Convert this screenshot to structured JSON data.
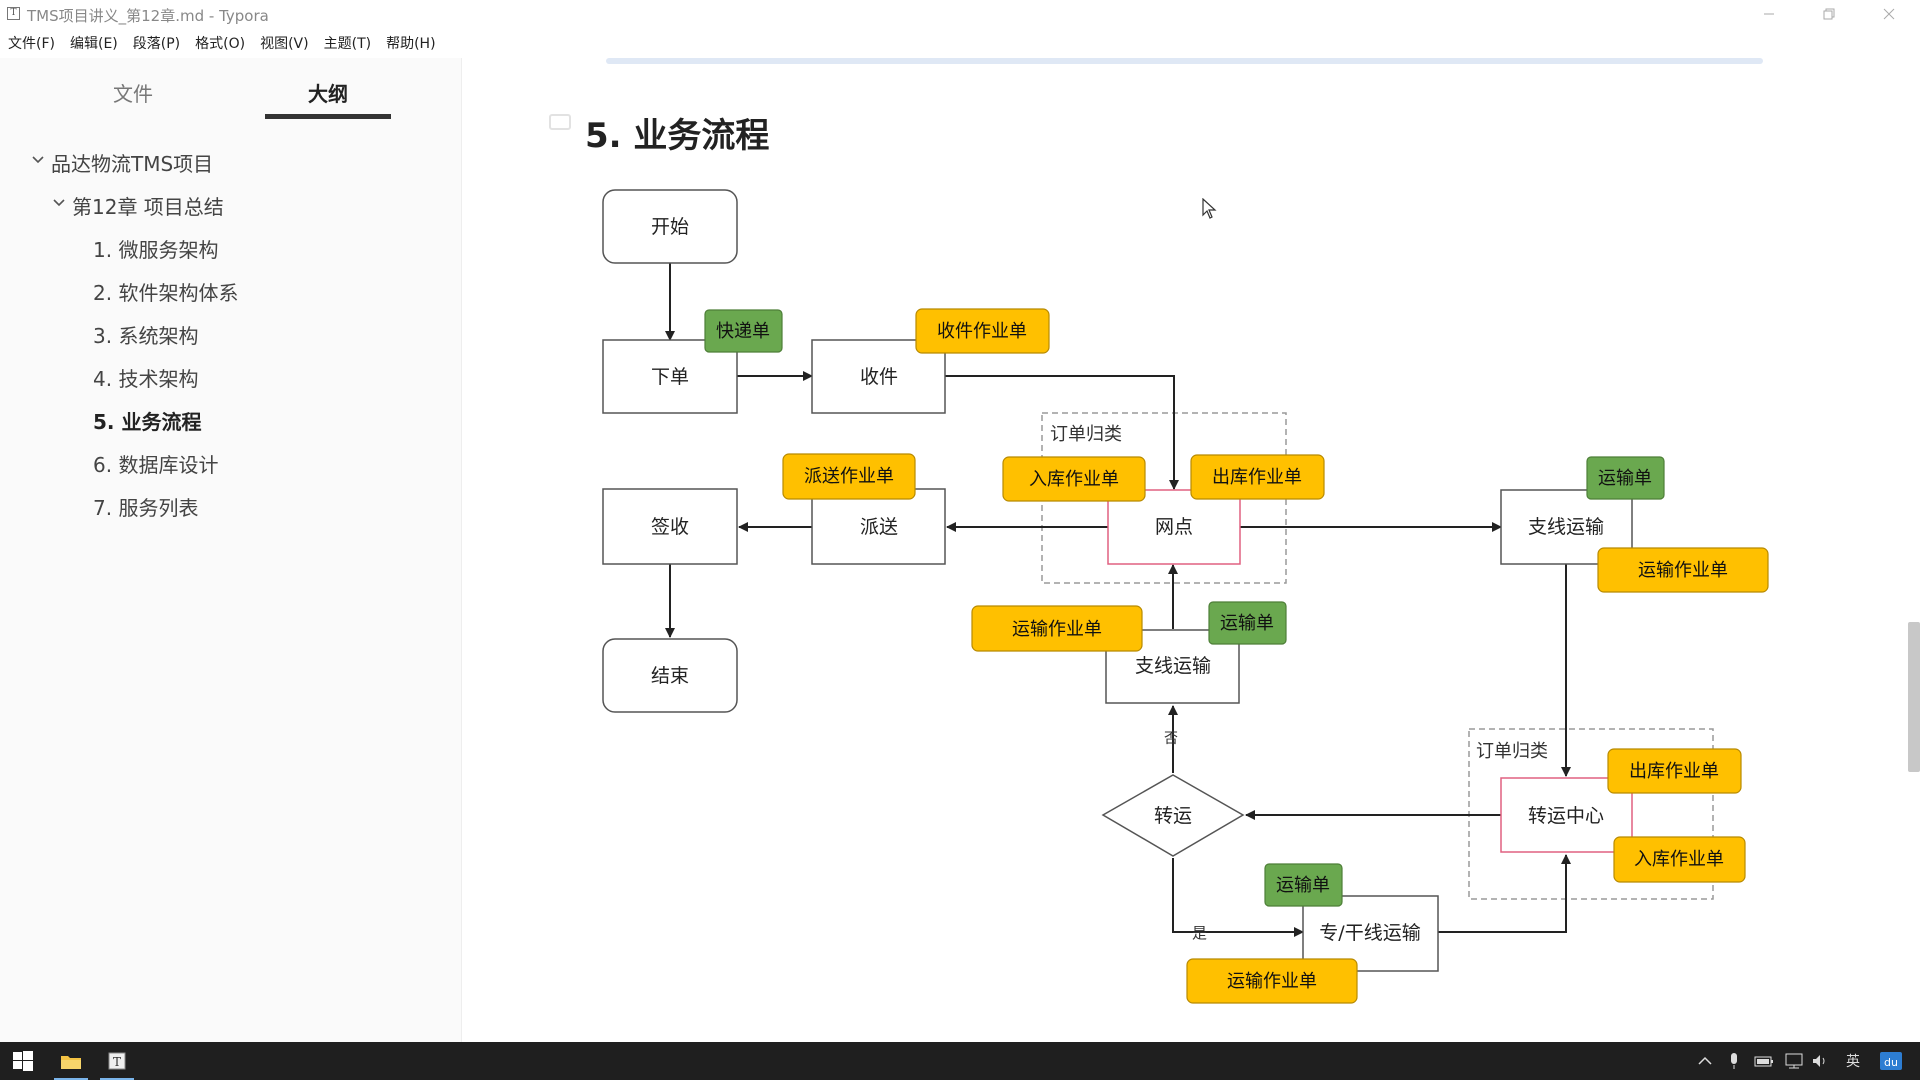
{
  "window": {
    "title": "TMS项目讲义_第12章.md - Typora"
  },
  "menu": [
    "文件(F)",
    "编辑(E)",
    "段落(P)",
    "格式(O)",
    "视图(V)",
    "主题(T)",
    "帮助(H)"
  ],
  "sidebar": {
    "tabs": {
      "files": "文件",
      "outline": "大纲",
      "active": "outline"
    },
    "outline": {
      "root": "品达物流TMS项目",
      "chapter": "第12章 项目总结",
      "sections": [
        "1. 微服务架构",
        "2. 软件架构体系",
        "3. 系统架构",
        "4. 技术架构",
        "5. 业务流程",
        "6. 数据库设计",
        "7. 服务列表"
      ],
      "active_index": 4
    }
  },
  "main": {
    "heading": "5. 业务流程"
  },
  "diagram": {
    "colors": {
      "green_badge": "#6aa84f",
      "yellow_badge": "#ffc000",
      "arrow": "#222222",
      "pink_border": "#e06080",
      "group_border": "#9a9a9a"
    },
    "nodes": {
      "start": "开始",
      "order": "下单",
      "pickup": "收件",
      "sign": "签收",
      "deliver": "派送",
      "end": "结束",
      "outlet": "网点",
      "branch_top": "支线运输",
      "branch_mid": "支线运输",
      "transfer_center": "转运中心",
      "transfer": "转运",
      "trunk": "专/干线运输"
    },
    "badges": {
      "express_order": "快递单",
      "pickup_job": "收件作业单",
      "delivery_job": "派送作业单",
      "inbound_job_1": "入库作业单",
      "outbound_job_1": "出库作业单",
      "transport_order_1": "运输单",
      "transport_job_1": "运输作业单",
      "transport_job_2": "运输作业单",
      "transport_order_2": "运输单",
      "outbound_job_2": "出库作业单",
      "inbound_job_2": "入库作业单",
      "transport_order_3": "运输单",
      "transport_job_3": "运输作业单"
    },
    "groups": {
      "group_1": "订单归类",
      "group_2": "订单归类"
    },
    "edge_labels": {
      "no": "否",
      "yes": "是"
    }
  },
  "taskbar": {
    "input_method": "英",
    "tray_badge": "du"
  }
}
